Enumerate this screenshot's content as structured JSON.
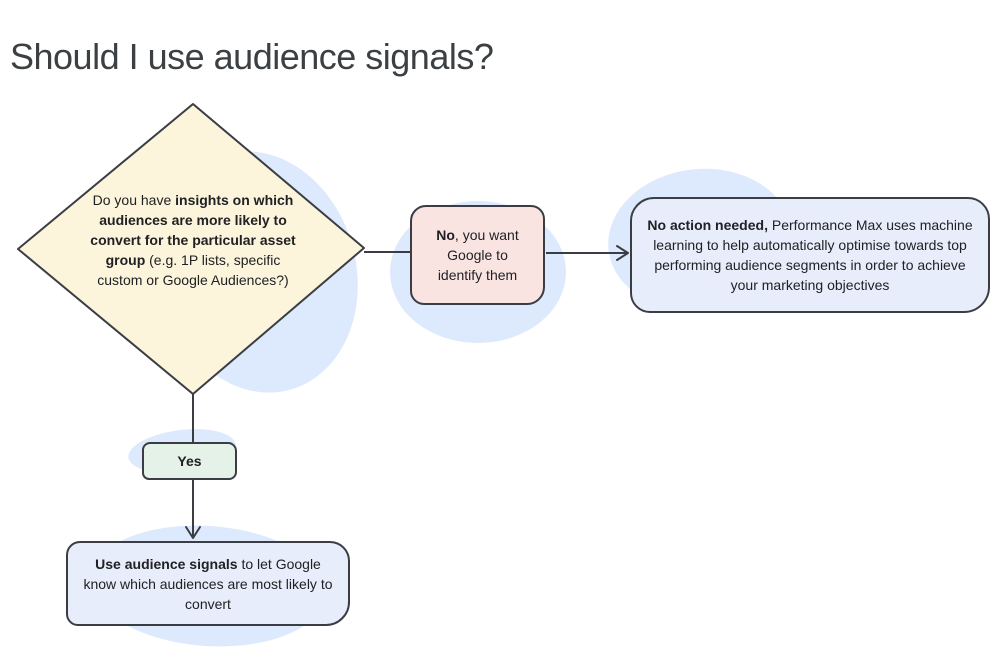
{
  "title": "Should I use audience signals?",
  "colors": {
    "background": "#ffffff",
    "title_text": "#3c4043",
    "node_text": "#202124",
    "border": "#3a3e44",
    "connector": "#3a3e44",
    "decision_fill": "#fcf4db",
    "no_fill": "#fae4e2",
    "yes_fill": "#e4f2e8",
    "info_fill": "#e7edfa",
    "blob_fill": "#dde9fc"
  },
  "nodes": {
    "decision": {
      "segments": [
        {
          "text": "Do you have ",
          "bold": false
        },
        {
          "text": "insights on which audiences are more likely to convert for the particular asset group",
          "bold": true
        },
        {
          "text": " (e.g. 1P lists, specific custom or Google Audiences?)",
          "bold": false
        }
      ]
    },
    "no_branch": {
      "segments": [
        {
          "text": "No",
          "bold": true
        },
        {
          "text": ", you want Google to identify them",
          "bold": false
        }
      ]
    },
    "no_action": {
      "segments": [
        {
          "text": "No action needed,",
          "bold": true
        },
        {
          "text": " Performance Max uses machine learning to help automatically optimise towards top performing audience segments in order to achieve your marketing objectives",
          "bold": false
        }
      ]
    },
    "yes_branch": {
      "label": "Yes"
    },
    "use_signals": {
      "segments": [
        {
          "text": "Use audience signals",
          "bold": true
        },
        {
          "text": " to let Google know which audiences are most likely to convert",
          "bold": false
        }
      ]
    }
  },
  "edges": [
    {
      "from": "decision",
      "to": "no_branch"
    },
    {
      "from": "no_branch",
      "to": "no_action"
    },
    {
      "from": "decision",
      "to": "yes_branch"
    },
    {
      "from": "yes_branch",
      "to": "use_signals"
    }
  ]
}
